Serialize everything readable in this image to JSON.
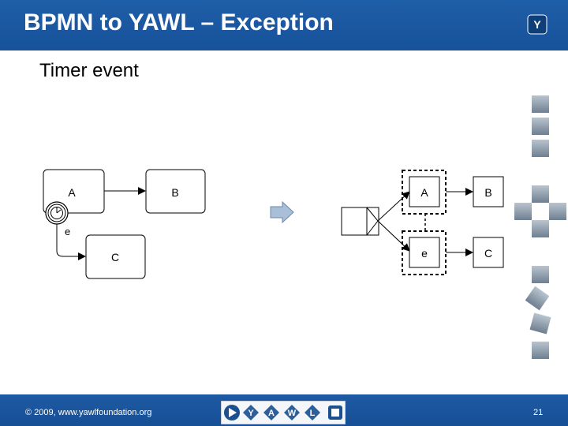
{
  "header": {
    "title": "BPMN to YAWL – Exception"
  },
  "subtitle": "Timer event",
  "bpmn": {
    "task_a": "A",
    "task_b": "B",
    "task_c": "C",
    "exception_label": "e"
  },
  "yawl": {
    "task_a": "A",
    "task_b": "B",
    "task_e": "e",
    "task_c": "C"
  },
  "footer": {
    "copyright": "© 2009, www.yawlfoundation.org",
    "page_number": "21",
    "nav_letters": [
      "Y",
      "A",
      "W",
      "L"
    ]
  },
  "colors": {
    "header_blue": "#1f5ea8",
    "footer_blue": "#1d5aa3",
    "arrow_fill": "#a9bfd8",
    "deco_gray": "#8a98a8"
  }
}
